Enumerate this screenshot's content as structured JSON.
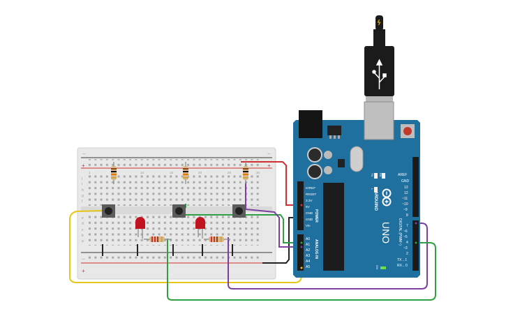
{
  "arduino": {
    "brand": "ARDUINO",
    "model": "UNO",
    "power_header_title": "POWER",
    "analog_header_title": "ANALOG IN",
    "digital_header_title": "DIGITAL (PWM~)",
    "power_pins": [
      "IOREF",
      "RESET",
      "3.3V",
      "5V",
      "GND",
      "GND",
      "Vin"
    ],
    "analog_pins": [
      "A0",
      "A1",
      "A2",
      "A3",
      "A4",
      "A5"
    ],
    "digital_top_pins": [
      "AREF",
      "GND",
      "13",
      "12",
      "~11",
      "~10",
      "~9",
      "8"
    ],
    "digital_bottom_pins": [
      "7",
      "~6",
      "~5",
      "4",
      "~3",
      "2",
      "TX→1",
      "RX←0"
    ],
    "led_labels": [
      "L",
      "TX",
      "RX"
    ],
    "on_label": "ON",
    "board_color": "#1f6f9f"
  },
  "breadboard": {
    "row_letters_top": [
      "j",
      "i",
      "h",
      "g",
      "f"
    ],
    "row_letters_bottom": [
      "e",
      "d",
      "c",
      "b",
      "a"
    ],
    "column_numbers": [
      "1",
      "5",
      "10",
      "15",
      "20",
      "25",
      "30"
    ],
    "rail_plus": "+",
    "rail_minus": "−"
  },
  "components": {
    "buttons": [
      "button-1",
      "button-2",
      "button-3"
    ],
    "leds": [
      "red-led-1",
      "red-led-2"
    ],
    "resistors": [
      "pull-down-1",
      "pull-down-2",
      "pull-down-3",
      "led-resistor-1",
      "led-resistor-2"
    ]
  },
  "wire_colors": {
    "red": "#d32f2f",
    "black": "#222222",
    "green": "#2ea043",
    "purple": "#7b3fa0",
    "yellow": "#e6c619"
  }
}
